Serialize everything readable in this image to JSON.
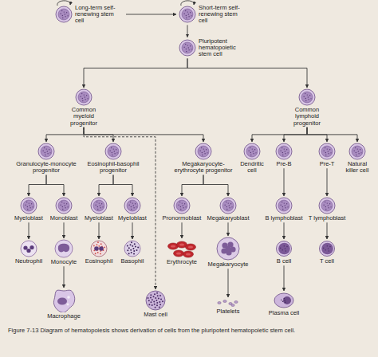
{
  "diagram": {
    "caption": "Figure 7-13 Diagram of hematopoiesis shows derivation of cells from the pluripotent hematopoietic stem cell.",
    "nodes": [
      {
        "text": [
          "Long-term self-renewing stem cell"
        ]
      },
      {
        "text": [
          "Short-term self-renewing stem cell"
        ]
      },
      {
        "text": [
          "Pluripotent hematopoietic stem cell"
        ]
      },
      {
        "text": [
          "Common myeloid progenitor"
        ]
      },
      {
        "text": [
          "Common lymphoid progenitor"
        ]
      },
      {
        "text": [
          "Granulocyte-monocyte progenitor"
        ]
      },
      {
        "text": [
          "Eosinophil-basophil progenitor"
        ]
      },
      {
        "text": [
          "Megakaryocyte-erythrocyte progenitor"
        ]
      },
      {
        "text": [
          "Dendritic cell"
        ]
      },
      {
        "text": [
          "Pre-B"
        ]
      },
      {
        "text": [
          "Pre-T"
        ]
      },
      {
        "text": [
          "Natural killer cell"
        ]
      },
      {
        "text": [
          "Myeloblast"
        ]
      },
      {
        "text": [
          "Monoblast"
        ]
      },
      {
        "text": [
          "Myeloblast"
        ]
      },
      {
        "text": [
          "Myeloblast"
        ]
      },
      {
        "text": [
          "Pronormoblast"
        ]
      },
      {
        "text": [
          "Megakaryoblast"
        ]
      },
      {
        "text": [
          "B lymphoblast"
        ]
      },
      {
        "text": [
          "T lymphoblast"
        ]
      },
      {
        "text": [
          "Neutrophil"
        ]
      },
      {
        "text": [
          "Monocyte"
        ]
      },
      {
        "text": [
          "Eosinophil"
        ]
      },
      {
        "text": [
          "Basophil"
        ]
      },
      {
        "text": [
          "Erythrocyte"
        ]
      },
      {
        "text": [
          "Megakaryocyte"
        ]
      },
      {
        "text": [
          "B cell"
        ]
      },
      {
        "text": [
          "T cell"
        ]
      },
      {
        "text": [
          "Macrophage"
        ]
      },
      {
        "text": [
          "Mast cell"
        ]
      },
      {
        "text": [
          "Platelets"
        ]
      },
      {
        "text": [
          "Plasma cell"
        ]
      }
    ],
    "edges": [
      {
        "from": 0,
        "to": 1,
        "arrow": "to"
      },
      {
        "from": 1,
        "to": 2,
        "arrow": "to"
      },
      {
        "from": 2,
        "to": 3,
        "arrow": "to"
      },
      {
        "from": 2,
        "to": 4,
        "arrow": "to"
      },
      {
        "from": 3,
        "to": 5,
        "arrow": "to"
      },
      {
        "from": 3,
        "to": 6,
        "arrow": "to"
      },
      {
        "from": 3,
        "to": 7,
        "arrow": "to"
      },
      {
        "from": 3,
        "to": 29,
        "arrow": "to"
      },
      {
        "from": 4,
        "to": 8,
        "arrow": "to"
      },
      {
        "from": 4,
        "to": 9,
        "arrow": "to"
      },
      {
        "from": 4,
        "to": 10,
        "arrow": "to"
      },
      {
        "from": 4,
        "to": 11,
        "arrow": "to"
      },
      {
        "from": 5,
        "to": 12,
        "arrow": "to"
      },
      {
        "from": 5,
        "to": 13,
        "arrow": "to"
      },
      {
        "from": 6,
        "to": 14,
        "arrow": "to"
      },
      {
        "from": 6,
        "to": 15,
        "arrow": "to"
      },
      {
        "from": 7,
        "to": 16,
        "arrow": "to"
      },
      {
        "from": 7,
        "to": 17,
        "arrow": "to"
      },
      {
        "from": 9,
        "to": 18,
        "arrow": "to"
      },
      {
        "from": 10,
        "to": 19,
        "arrow": "to"
      },
      {
        "from": 12,
        "to": 20,
        "arrow": "to"
      },
      {
        "from": 13,
        "to": 21,
        "arrow": "to"
      },
      {
        "from": 14,
        "to": 22,
        "arrow": "to"
      },
      {
        "from": 15,
        "to": 23,
        "arrow": "to"
      },
      {
        "from": 16,
        "to": 24,
        "arrow": "to"
      },
      {
        "from": 17,
        "to": 25,
        "arrow": "to"
      },
      {
        "from": 18,
        "to": 26,
        "arrow": "to"
      },
      {
        "from": 19,
        "to": 27,
        "arrow": "to"
      },
      {
        "from": 21,
        "to": 28,
        "arrow": "to"
      },
      {
        "from": 25,
        "to": 30,
        "arrow": "to"
      },
      {
        "from": 26,
        "to": 31,
        "arrow": "to"
      }
    ]
  }
}
